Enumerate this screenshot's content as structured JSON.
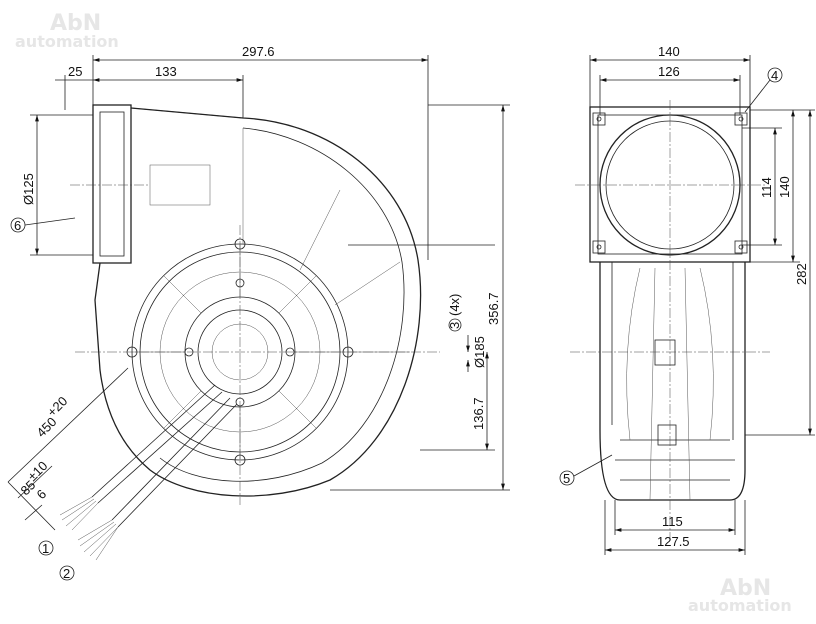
{
  "watermark": {
    "line1": "AbN",
    "line2": "automation"
  },
  "front_view": {
    "dim_overall_width": "297.6",
    "dim_outlet_offset": "25",
    "dim_outlet_to_center": "133",
    "dim_outlet_diameter": "Ø125",
    "dim_mount_diameter": "Ø185",
    "dim_overall_height": "356.7",
    "dim_center_height": "136.7",
    "dim_cable_length": "450",
    "dim_cable_length_tol": "+20",
    "dim_strip_length": "85",
    "dim_strip_length_tol": "±10",
    "dim_wire_strip": "6",
    "callout_3_qty": "(4x)"
  },
  "side_view": {
    "dim_flange_width": "140",
    "dim_bore_width": "126",
    "dim_hole_spacing": "114",
    "dim_flange_height": "140",
    "dim_total_height": "282",
    "dim_base_inner": "115",
    "dim_base_outer": "127.5"
  },
  "callouts": [
    "1",
    "2",
    "3",
    "4",
    "5",
    "6"
  ]
}
